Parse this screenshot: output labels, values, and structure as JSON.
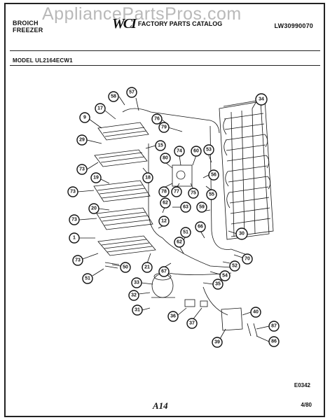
{
  "watermark": "AppliancePartsPros.com",
  "header": {
    "brand_line1": "BROICH",
    "brand_line2": "FREEZER",
    "logo_mark": "WCI",
    "logo_text": "FACTORY PARTS CATALOG",
    "catalog_number": "LW30990070"
  },
  "model_label": "MODEL UL2164ECW1",
  "footer": {
    "diagram_code": "E0342",
    "page_number": "A14",
    "date": "4/80"
  },
  "callouts": [
    "58",
    "57",
    "17",
    "9",
    "76",
    "79",
    "34",
    "29",
    "15",
    "74",
    "60",
    "53",
    "73",
    "80",
    "56",
    "18",
    "19",
    "78",
    "77",
    "75",
    "55",
    "73",
    "20",
    "62",
    "63",
    "59",
    "73",
    "12",
    "51",
    "66",
    "30",
    "1",
    "62",
    "73",
    "50",
    "21",
    "67",
    "52",
    "54",
    "70",
    "51",
    "33",
    "35",
    "32",
    "31",
    "36",
    "37",
    "40",
    "87",
    "39",
    "86"
  ]
}
